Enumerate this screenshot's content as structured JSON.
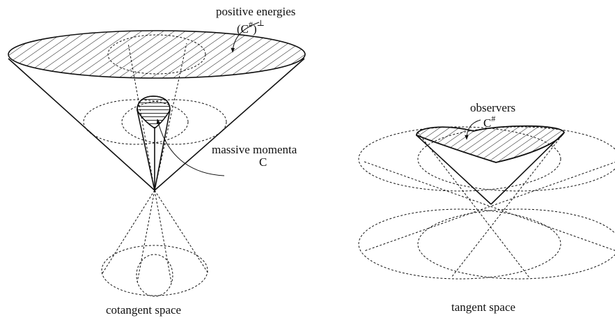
{
  "left_figure": {
    "caption": "cotangent space",
    "top_label": "positive energies",
    "top_symbol": {
      "base": "(C",
      "sup": "#",
      "close": ")",
      "perp": "⊥"
    },
    "inner_label": "massive momenta",
    "inner_symbol": "C"
  },
  "right_figure": {
    "caption": "tangent space",
    "top_label": "observers",
    "top_symbol": {
      "base": "C",
      "sup": "#"
    }
  },
  "colors": {
    "ink": "#111111",
    "background": "#ffffff"
  }
}
